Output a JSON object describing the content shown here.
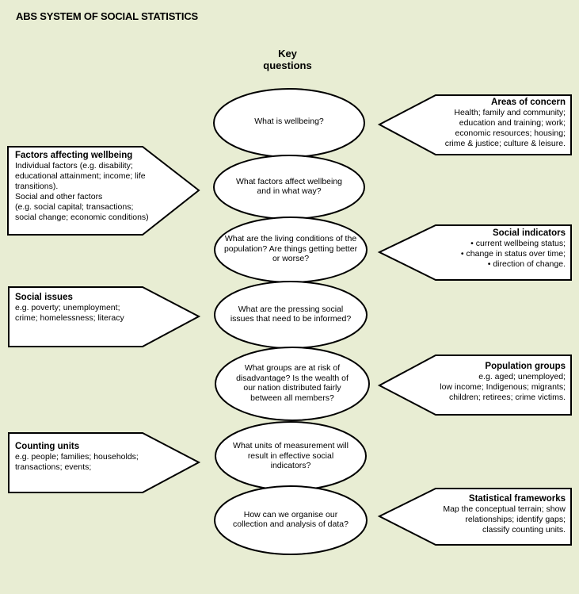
{
  "title": "ABS SYSTEM OF SOCIAL STATISTICS",
  "key_heading": [
    "Key",
    "questions"
  ],
  "questions": [
    "What is wellbeing?",
    "What factors affect wellbeing and in what way?",
    "What are the living conditions of the population? Are things getting better or worse?",
    "What are the pressing social issues that need to be informed?",
    "What groups are at risk of disadvantage? Is the wealth of our nation distributed fairly between all members?",
    "What units of measurement will result in effective social indicators?",
    "How can we organise our collection and analysis of data?"
  ],
  "left_boxes": [
    {
      "title": "Factors affecting wellbeing",
      "lines": [
        "Individual factors (e.g. disability;",
        "educational attainment; income; life",
        "transitions).",
        "Social and other factors",
        "(e.g. social capital; transactions;",
        "social change; economic conditions)"
      ]
    },
    {
      "title": "Social issues",
      "lines": [
        "e.g. poverty; unemployment;",
        "crime; homelessness; literacy"
      ]
    },
    {
      "title": "Counting units",
      "lines": [
        "e.g. people; families; households;",
        "transactions; events;"
      ]
    }
  ],
  "right_boxes": [
    {
      "title": "Areas of concern",
      "lines": [
        "Health; family and community;",
        "education and training; work;",
        "economic resources; housing;",
        "crime & justice; culture & leisure."
      ]
    },
    {
      "title": "Social indicators",
      "lines": [
        "• current wellbeing status;",
        "• change in status over time;",
        "• direction of change."
      ]
    },
    {
      "title": "Population groups",
      "lines": [
        "e.g. aged; unemployed;",
        "low income; Indigenous; migrants;",
        "children; retirees; crime victims."
      ]
    },
    {
      "title": "Statistical frameworks",
      "lines": [
        "Map the conceptual terrain; show",
        "relationships; identify gaps;",
        "classify counting units."
      ]
    }
  ]
}
